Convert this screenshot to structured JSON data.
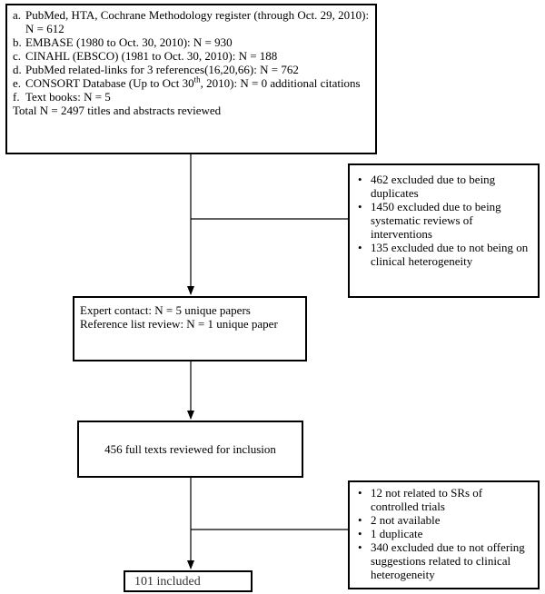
{
  "search_sources": {
    "items": [
      {
        "marker": "a.",
        "text": "PubMed, HTA, Cochrane Methodology register (through Oct. 29, 2010): N = 612"
      },
      {
        "marker": "b.",
        "text": "EMBASE (1980 to Oct. 30, 2010): N = 930"
      },
      {
        "marker": "c.",
        "text": "CINAHL (EBSCO) (1981 to Oct. 30, 2010): N = 188"
      },
      {
        "marker": "d.",
        "text": "PubMed related-links for 3 references(16,20,66): N = 762"
      },
      {
        "marker": "e.",
        "text_before": "CONSORT Database (Up to Oct 30",
        "sup": "th",
        "text_after": ", 2010): N = 0 additional citations"
      },
      {
        "marker": "f.",
        "text": "Text books: N = 5"
      }
    ],
    "total": "Total N = 2497 titles and abstracts reviewed"
  },
  "exclusions_1": [
    "462 excluded due to being duplicates",
    "1450 excluded due to being systematic reviews of interventions",
    "135 excluded due to not being on clinical heterogeneity"
  ],
  "additional_sources": {
    "line1": "Expert contact: N = 5 unique papers",
    "line2": "Reference list review: N = 1 unique paper"
  },
  "full_text": "456 full texts reviewed for inclusion",
  "exclusions_2": [
    "12 not related to SRs of controlled trials",
    "2 not available",
    "1 duplicate",
    "340 excluded due to not offering suggestions related to clinical heterogeneity"
  ],
  "included": "101 included"
}
